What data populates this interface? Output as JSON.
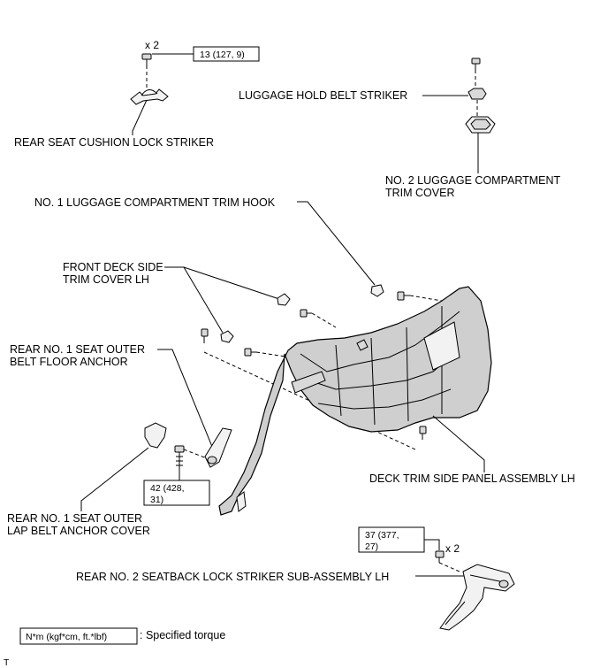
{
  "labels": {
    "rear_seat_cushion_lock_striker": "REAR SEAT CUSHION LOCK STRIKER",
    "luggage_hold_belt_striker": "LUGGAGE HOLD BELT STRIKER",
    "no2_luggage_compartment_trim_cover_1": "NO. 2 LUGGAGE COMPARTMENT",
    "no2_luggage_compartment_trim_cover_2": "TRIM COVER",
    "no1_luggage_compartment_trim_hook": "NO. 1 LUGGAGE COMPARTMENT TRIM HOOK",
    "front_deck_side_trim_cover_1": "FRONT DECK SIDE",
    "front_deck_side_trim_cover_2": "TRIM COVER LH",
    "rear_no1_seat_outer_belt_floor_anchor_1": "REAR NO. 1 SEAT OUTER",
    "rear_no1_seat_outer_belt_floor_anchor_2": "BELT FLOOR ANCHOR",
    "deck_trim_side_panel_assembly": "DECK TRIM SIDE PANEL ASSEMBLY LH",
    "rear_no1_seat_outer_lap_belt_anchor_cover_1": "REAR NO. 1 SEAT OUTER",
    "rear_no1_seat_outer_lap_belt_anchor_cover_2": "LAP BELT ANCHOR COVER",
    "rear_no2_seatback_lock_striker": "REAR NO. 2 SEATBACK LOCK STRIKER SUB-ASSEMBLY LH"
  },
  "torques": {
    "cushion_striker_bolt": "13 (127, 9)",
    "belt_anchor_bolt_1": "42 (428,",
    "belt_anchor_bolt_2": "31)",
    "seatback_striker_bolt_1": "37 (377,",
    "seatback_striker_bolt_2": "27)"
  },
  "quantities": {
    "cushion_striker_bolts": "x 2",
    "seatback_striker_bolts": "x 2"
  },
  "legend": {
    "unit": "N*m (kgf*cm, ft.*lbf)",
    "meaning": ": Specified torque"
  },
  "corner_mark": "T"
}
